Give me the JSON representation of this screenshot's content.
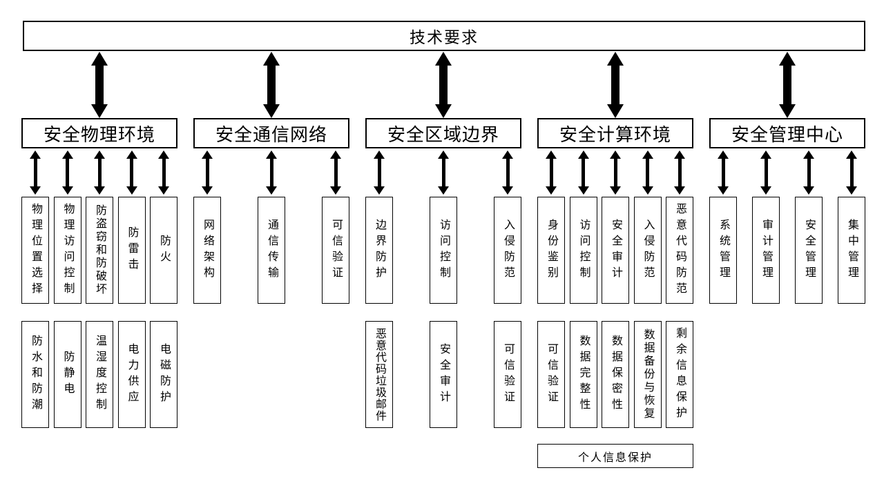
{
  "title": "技术要求",
  "colors": {
    "line": "#000000",
    "background": "#ffffff"
  },
  "groups": [
    {
      "label": "安全物理环境",
      "row1": [
        "物理位置选择",
        "物理访问控制",
        "防盗窃和防破坏",
        "防雷击",
        "防火"
      ],
      "row2": [
        "防水和防潮",
        "防静电",
        "温湿度控制",
        "电力供应",
        "电磁防护"
      ]
    },
    {
      "label": "安全通信网络",
      "row1": [
        "网络架构",
        "通信传输",
        "可信验证"
      ],
      "row2": []
    },
    {
      "label": "安全区域边界",
      "row1": [
        "边界防护",
        "访问控制",
        "入侵防范"
      ],
      "row2": [
        "恶意代码垃圾邮件",
        "安全审计",
        "可信验证"
      ]
    },
    {
      "label": "安全计算环境",
      "row1": [
        "身份鉴别",
        "访问控制",
        "安全审计",
        "入侵防范",
        "恶意代码防范"
      ],
      "row2": [
        "可信验证",
        "数据完整性",
        "数据保密性",
        "数据备份与恢复",
        "剩余信息保护"
      ],
      "footer": "个人信息保护"
    },
    {
      "label": "安全管理中心",
      "row1": [
        "系统管理",
        "审计管理",
        "安全管理",
        "集中管理"
      ],
      "row2": []
    }
  ]
}
